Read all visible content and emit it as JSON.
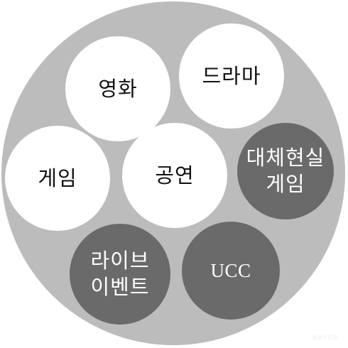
{
  "colors": {
    "outer_circle": "#bcbcbc",
    "light_node": "#ffffff",
    "dark_node": "#6a6a6a"
  },
  "nodes": {
    "movie": {
      "lines": [
        "영화"
      ],
      "style": "light"
    },
    "drama": {
      "lines": [
        "드라마"
      ],
      "style": "light"
    },
    "game": {
      "lines": [
        "게임"
      ],
      "style": "light"
    },
    "performance": {
      "lines": [
        "공연"
      ],
      "style": "light"
    },
    "vr_game": {
      "lines": [
        "대체현실",
        "게임"
      ],
      "style": "dark"
    },
    "live_event": {
      "lines": [
        "라이브",
        "이벤트"
      ],
      "style": "dark"
    },
    "ucc": {
      "lines": [
        "UCC"
      ],
      "style": "dark"
    }
  },
  "watermark": "NAVER"
}
